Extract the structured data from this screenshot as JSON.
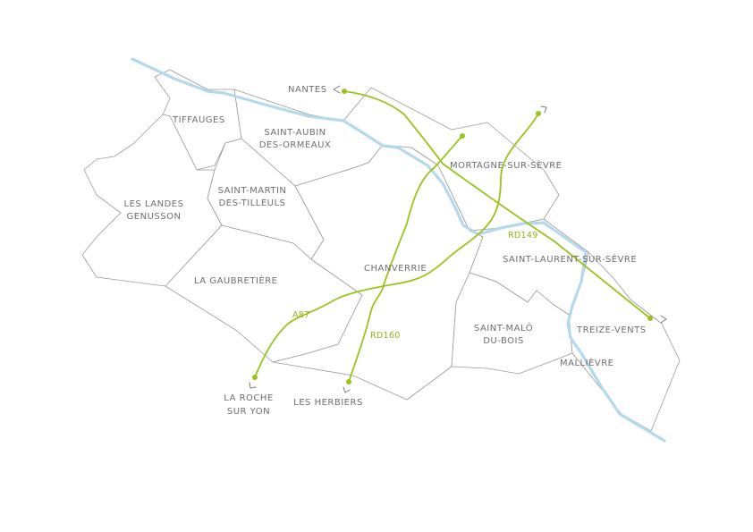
{
  "map": {
    "colors": {
      "river": "#b5d9ec",
      "road": "#9bc31e",
      "border": "#9a9a9a",
      "label": "#6e6e6e"
    },
    "communes": {
      "tiffauges": "TIFFAUGES",
      "saint_aubin_1": "SAINT-AUBIN",
      "saint_aubin_2": "DES-ORMEAUX",
      "les_landes_1": "LES LANDES",
      "les_landes_2": "GENUSSON",
      "saint_martin_1": "SAINT-MARTIN",
      "saint_martin_2": "DES-TILLEULS",
      "la_gaubretiere": "LA GAUBRETIÈRE",
      "chanverrie": "CHANVERRIE",
      "mortagne": "MORTAGNE-SUR-SÈVRE",
      "saint_laurent": "SAINT-LAURENT-SUR-SÈVRE",
      "saint_malo_1": "SAINT-MALÔ",
      "saint_malo_2": "DU-BOIS",
      "treize_vents": "TREIZE-VENTS",
      "mallievre": "MALLIÈVRE"
    },
    "destinations": {
      "nantes": "NANTES",
      "la_roche_1": "LA ROCHE",
      "la_roche_2": "SUR YON",
      "les_herbiers": "LES HERBIERS"
    },
    "roads": {
      "rd149": "RD149",
      "a87": "A87",
      "rd160": "RD160"
    }
  }
}
